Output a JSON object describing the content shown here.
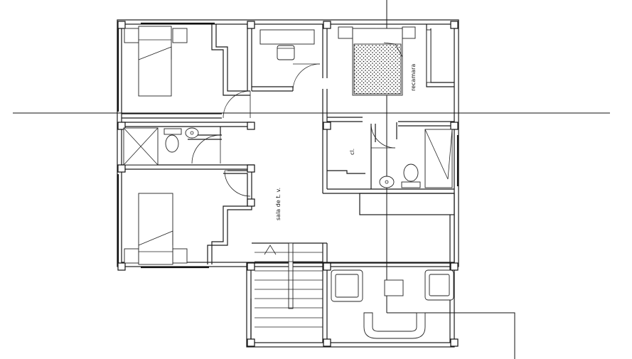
{
  "labels": {
    "recamara": "recamara",
    "sala_tv": "sala de t. v.",
    "closet": "cl."
  }
}
